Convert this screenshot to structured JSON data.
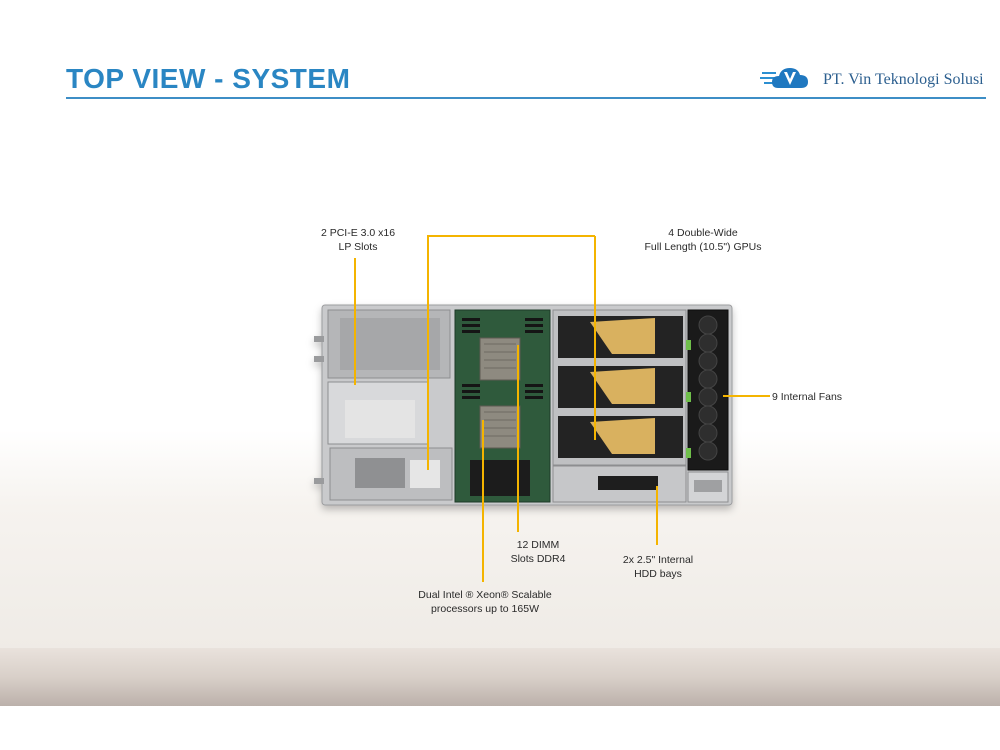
{
  "header": {
    "title": "TOP VIEW - SYSTEM",
    "logo_text": "PT. Vin Teknologi Solusi",
    "logo_icon": "cloud-v-logo-icon"
  },
  "callouts": {
    "pcie": {
      "line1": "2 PCI-E 3.0 x16",
      "line2": "LP Slots"
    },
    "gpu": {
      "line1": "4 Double-Wide",
      "line2": "Full Length (10.5\") GPUs"
    },
    "fans": {
      "line1": "9 Internal  Fans"
    },
    "dimm": {
      "line1": "12 DIMM",
      "line2": "Slots DDR4"
    },
    "hdd": {
      "line1": "2x 2.5\" Internal",
      "line2": "HDD bays"
    },
    "cpu": {
      "line1": "Dual Intel ® Xeon® Scalable",
      "line2": "processors up to 165W"
    }
  },
  "colors": {
    "title": "#2a86c3",
    "rule": "#3d8ec6",
    "callout_line": "#f4b400",
    "chassis": "#c9cacc",
    "board": "#2f5a3c",
    "gpu_shroud": "#232323",
    "gpu_accent": "#d9b15f"
  }
}
